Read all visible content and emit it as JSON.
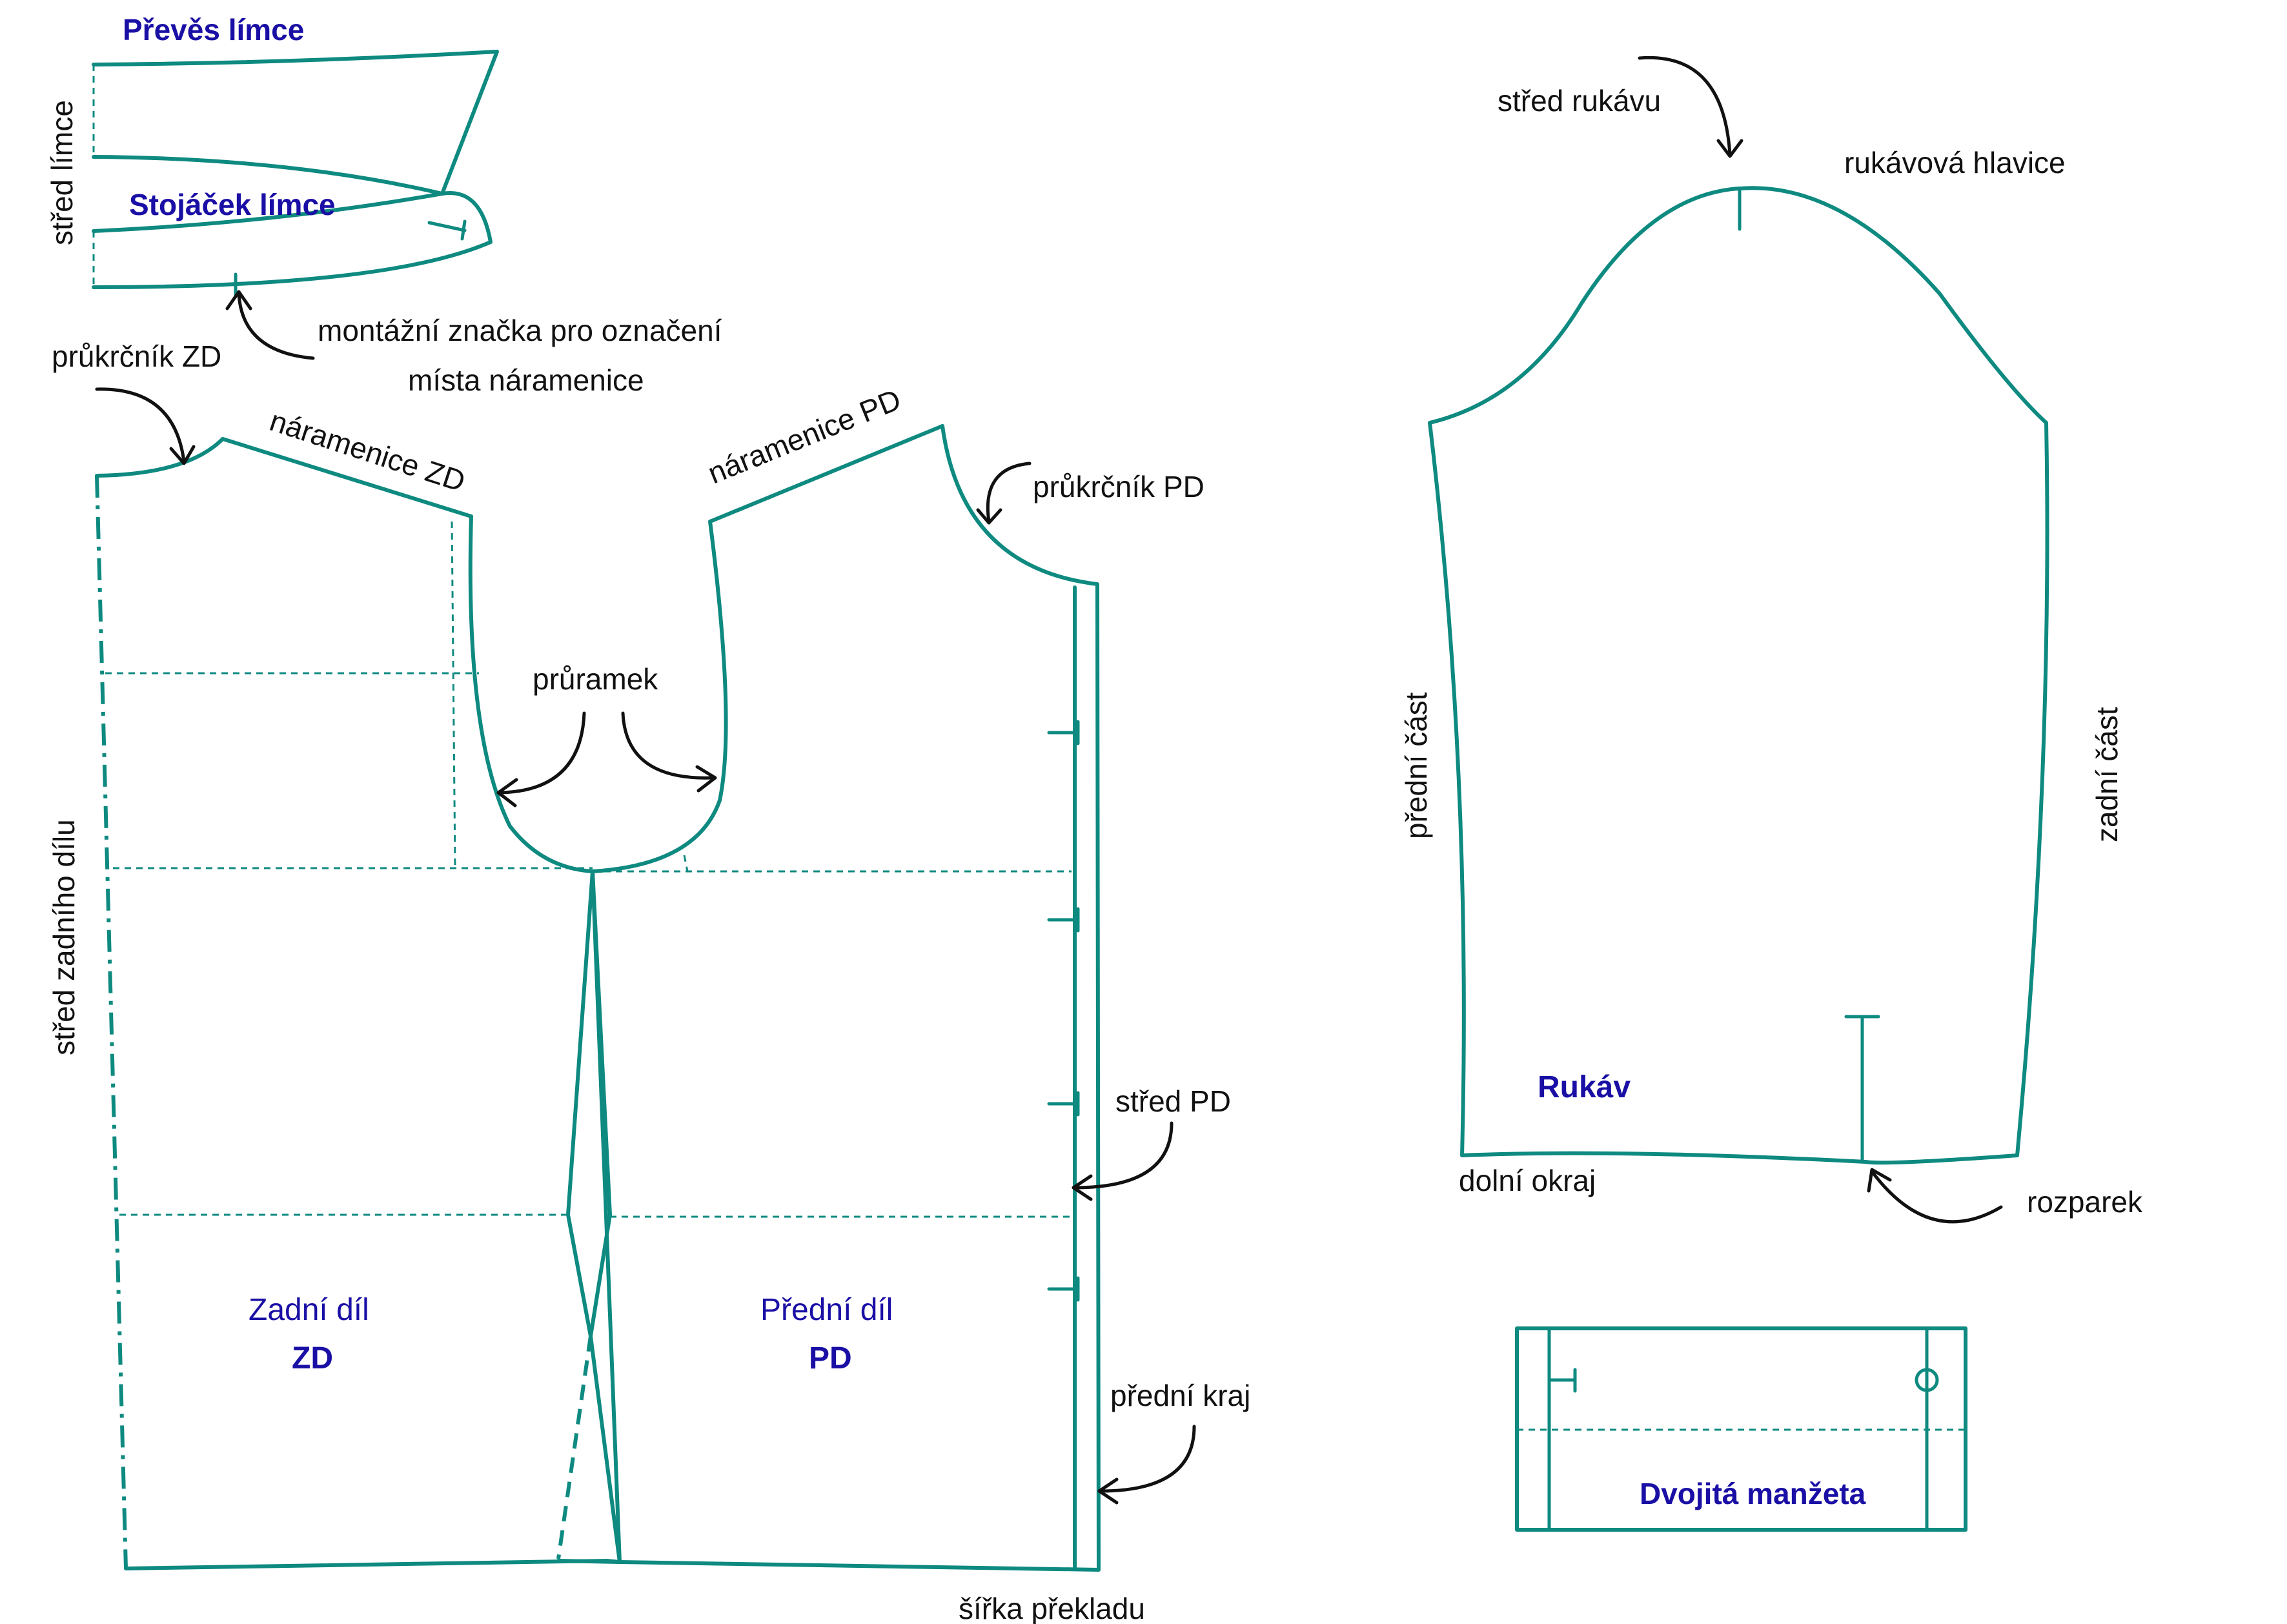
{
  "colors": {
    "pattern_line": "#0e8a80",
    "label": "#111111",
    "title": "#1a0fa5"
  },
  "collar": {
    "preves_title": "Převěs límce",
    "stojacek_title": "Stojáček límce",
    "stred_limce": "střed límce",
    "mark_label_1": "montážní značka pro označení",
    "mark_label_2": "místa náramenice"
  },
  "bodice": {
    "prukrcnik_zd": "průkrčník ZD",
    "naramenice_zd": "náramenice ZD",
    "naramenice_pd": "náramenice PD",
    "prukrcnik_pd": "průkrčník PD",
    "pruramek": "průramek",
    "stred_zadniho_dilu": "střed zadního dílu",
    "stred_pd": "střed PD",
    "predni_kraj": "přední kraj",
    "sirka_prekladu": "šířka překladu",
    "zadni_dil": "Zadní díl",
    "zd": "ZD",
    "predni_dil": "Přední díl",
    "pd": "PD"
  },
  "sleeve": {
    "stred_rukavu": "střed rukávu",
    "rukavova_hlavice": "rukávová hlavice",
    "predni_cast": "přední část",
    "zadni_cast": "zadní část",
    "rukav": "Rukáv",
    "dolni_okraj": "dolní okraj",
    "rozparek": "rozparek"
  },
  "cuff": {
    "title": "Dvojitá manžeta"
  }
}
